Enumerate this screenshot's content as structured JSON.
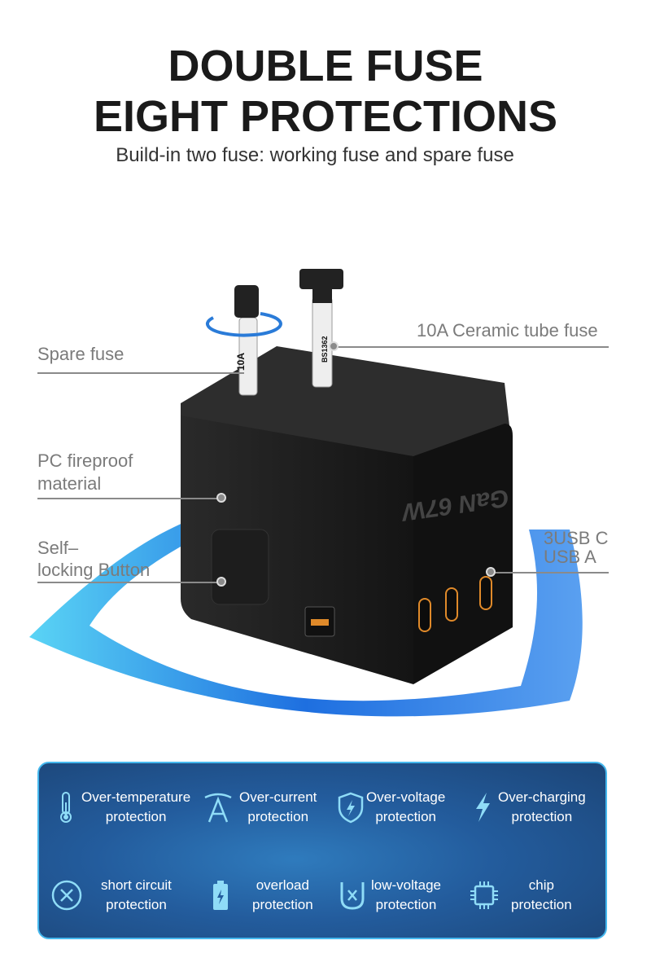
{
  "header": {
    "title_line1": "DOUBLE FUSE",
    "title_line2": "EIGHT PROTECTIONS",
    "subtitle": "Build-in two fuse: working fuse and spare fuse"
  },
  "callouts": {
    "spare_fuse": "Spare fuse",
    "ceramic_fuse": "10A Ceramic tube fuse",
    "pc_line1": "PC fireproof",
    "pc_line2": "material",
    "self_line1": "Self–",
    "self_line2": "locking Button",
    "usb_line1": "3USB C",
    "usb_line2": "USB A"
  },
  "product": {
    "brand_mark": "GaN 67W",
    "fuse_rating": "10A",
    "fuse_standard": "BS1362"
  },
  "colors": {
    "accent": "#2f7bbd",
    "panel_border": "#45b8ee",
    "icon": "#8fdcf7"
  },
  "protections": [
    {
      "icon": "thermometer-icon",
      "line1": "Over-temperature",
      "line2": "protection"
    },
    {
      "icon": "ampere-icon",
      "line1": "Over-current",
      "line2": "protection"
    },
    {
      "icon": "shield-bolt-icon",
      "line1": "Over-voltage",
      "line2": "protection"
    },
    {
      "icon": "lightning-icon",
      "line1": "Over-charging",
      "line2": "protection"
    },
    {
      "icon": "circle-x-icon",
      "line1": "short circuit",
      "line2": "protection"
    },
    {
      "icon": "battery-icon",
      "line1": "overload",
      "line2": "protection"
    },
    {
      "icon": "u-x-icon",
      "line1": "low-voltage",
      "line2": "protection"
    },
    {
      "icon": "chip-icon",
      "line1": "chip",
      "line2": "protection"
    }
  ]
}
